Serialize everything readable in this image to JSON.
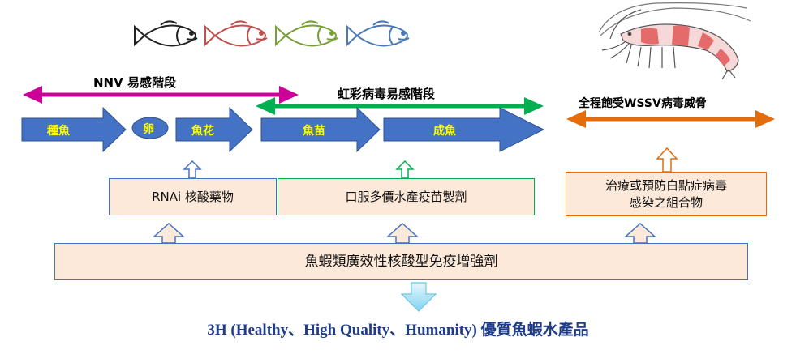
{
  "stages": {
    "nnv": "NNV 易感階段",
    "rainbow": "虹彩病毒易感階段",
    "wssv": "全程飽受WSSV病毒威脅"
  },
  "life_cycle": {
    "broodstock": "種魚",
    "egg": "卵",
    "larva": "魚花",
    "fry": "魚苗",
    "adult": "成魚"
  },
  "products": {
    "rnai": "RNAi 核酸藥物",
    "oral_vaccine": "口服多價水產疫苗製劑",
    "shrimp_line1": "治療或預防白點症病毒",
    "shrimp_line2": "感染之組合物",
    "immune_enhancer": "魚蝦類廣效性核酸型免疫增強劑"
  },
  "footer": "3H (Healthy、High Quality、Humanity) 優質魚蝦水產品",
  "colors": {
    "nnv_arrow": "#cc0099",
    "rainbow_arrow": "#00b050",
    "wssv_arrow": "#e46c0a",
    "stage_arrow_fill": "#4472c4",
    "stage_text": "#ffff00",
    "box_fill": "#fde9d9",
    "footer_text": "#1f3c88"
  }
}
